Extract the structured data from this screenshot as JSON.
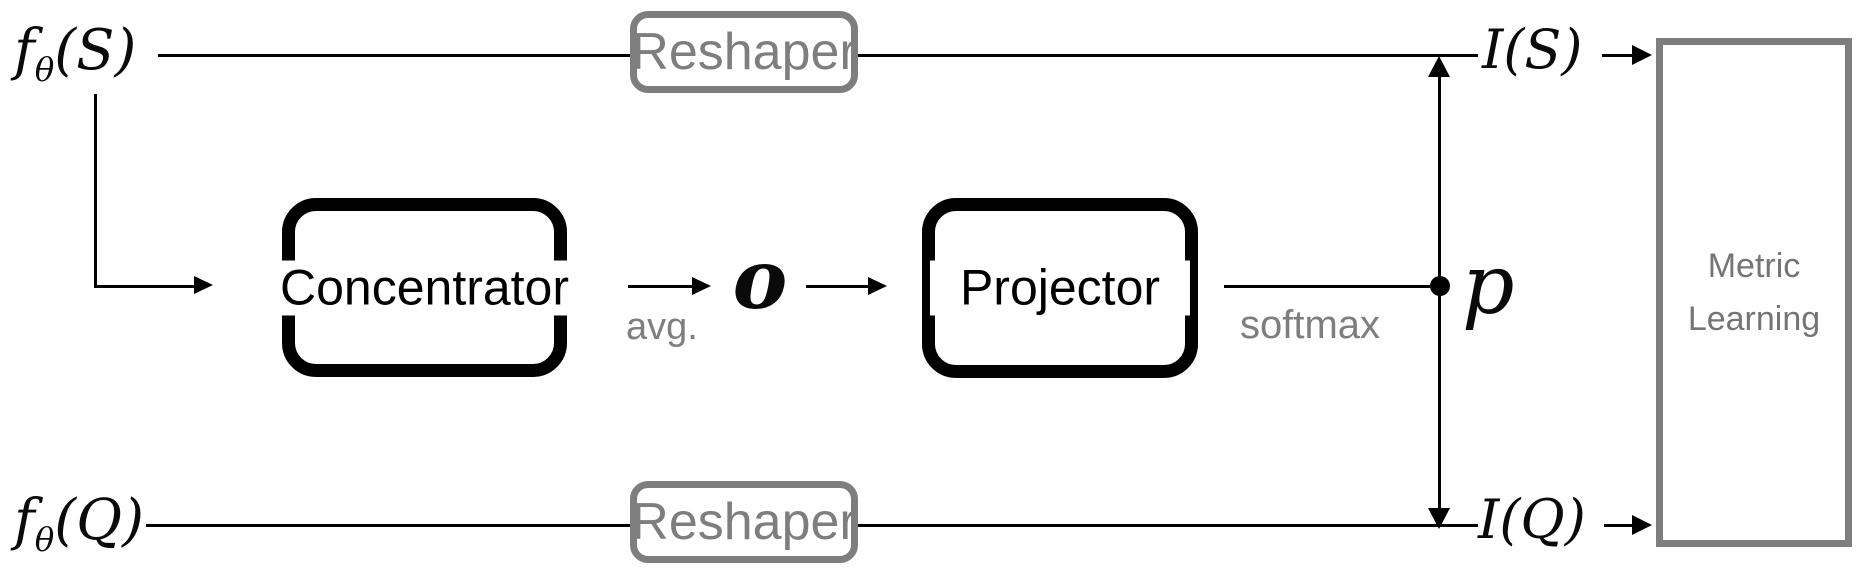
{
  "diagram": {
    "title": "embedding adaptation pipeline",
    "colors": {
      "line_black": "#000000",
      "box_gray": "#7e7e7e",
      "label_gray": "#757575"
    },
    "math": {
      "fS": {
        "f": "f",
        "sub": "θ",
        "open": "(",
        "letter": "S",
        "close": ")"
      },
      "fQ": {
        "f": "f",
        "sub": "θ",
        "open": "(",
        "letter": "Q",
        "close": ")"
      },
      "IS": {
        "name": "I",
        "open": "(",
        "letter": "S",
        "close": ")"
      },
      "IQ": {
        "name": "I",
        "open": "(",
        "letter": "Q",
        "close": ")"
      }
    },
    "symbols": {
      "o": "o",
      "p": "p"
    },
    "edge_labels": {
      "avg": "avg.",
      "softmax": "softmax"
    },
    "blocks": {
      "reshaper_top": "Reshaper",
      "reshaper_bottom": "Reshaper",
      "concentrator": "Concentrator",
      "projector": "Projector",
      "metric_line1": "Metric",
      "metric_line2": "Learning"
    }
  }
}
